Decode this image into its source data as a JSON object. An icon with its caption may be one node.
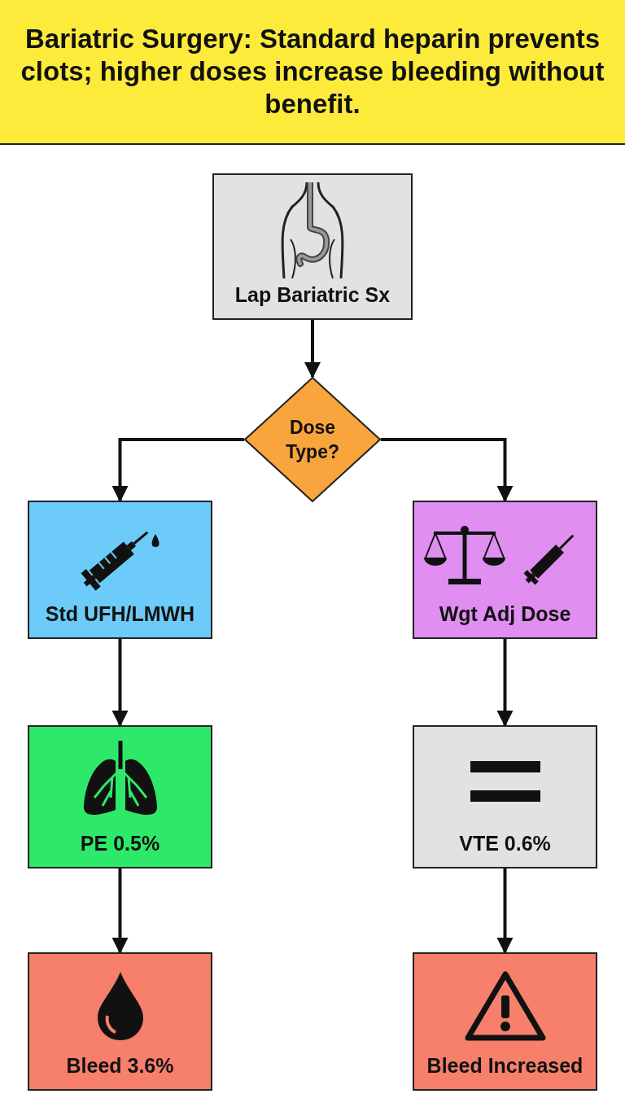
{
  "diagram": {
    "title": "Bariatric Surgery: Standard heparin prevents clots; higher doses increase bleeding without benefit.",
    "nodes": [
      {
        "text": [
          "Lap Bariatric Sx"
        ]
      },
      {
        "text": [
          "Dose Type?"
        ]
      },
      {
        "text": [
          "Std UFH/LMWH"
        ]
      },
      {
        "text": [
          "Wgt Adj Dose"
        ]
      },
      {
        "text": [
          "PE 0.5%"
        ]
      },
      {
        "text": [
          "VTE 0.6%"
        ]
      },
      {
        "text": [
          "Bleed 3.6%"
        ]
      },
      {
        "text": [
          "Bleed Increased"
        ]
      }
    ],
    "edges": [
      {
        "from": 0,
        "to": 1,
        "arrow": "to"
      },
      {
        "from": 1,
        "to": 2,
        "arrow": "to"
      },
      {
        "from": 1,
        "to": 3,
        "arrow": "to"
      },
      {
        "from": 2,
        "to": 4,
        "arrow": "to"
      },
      {
        "from": 3,
        "to": 5,
        "arrow": "to"
      },
      {
        "from": 4,
        "to": 6,
        "arrow": "to"
      },
      {
        "from": 5,
        "to": 7,
        "arrow": "to"
      }
    ]
  }
}
